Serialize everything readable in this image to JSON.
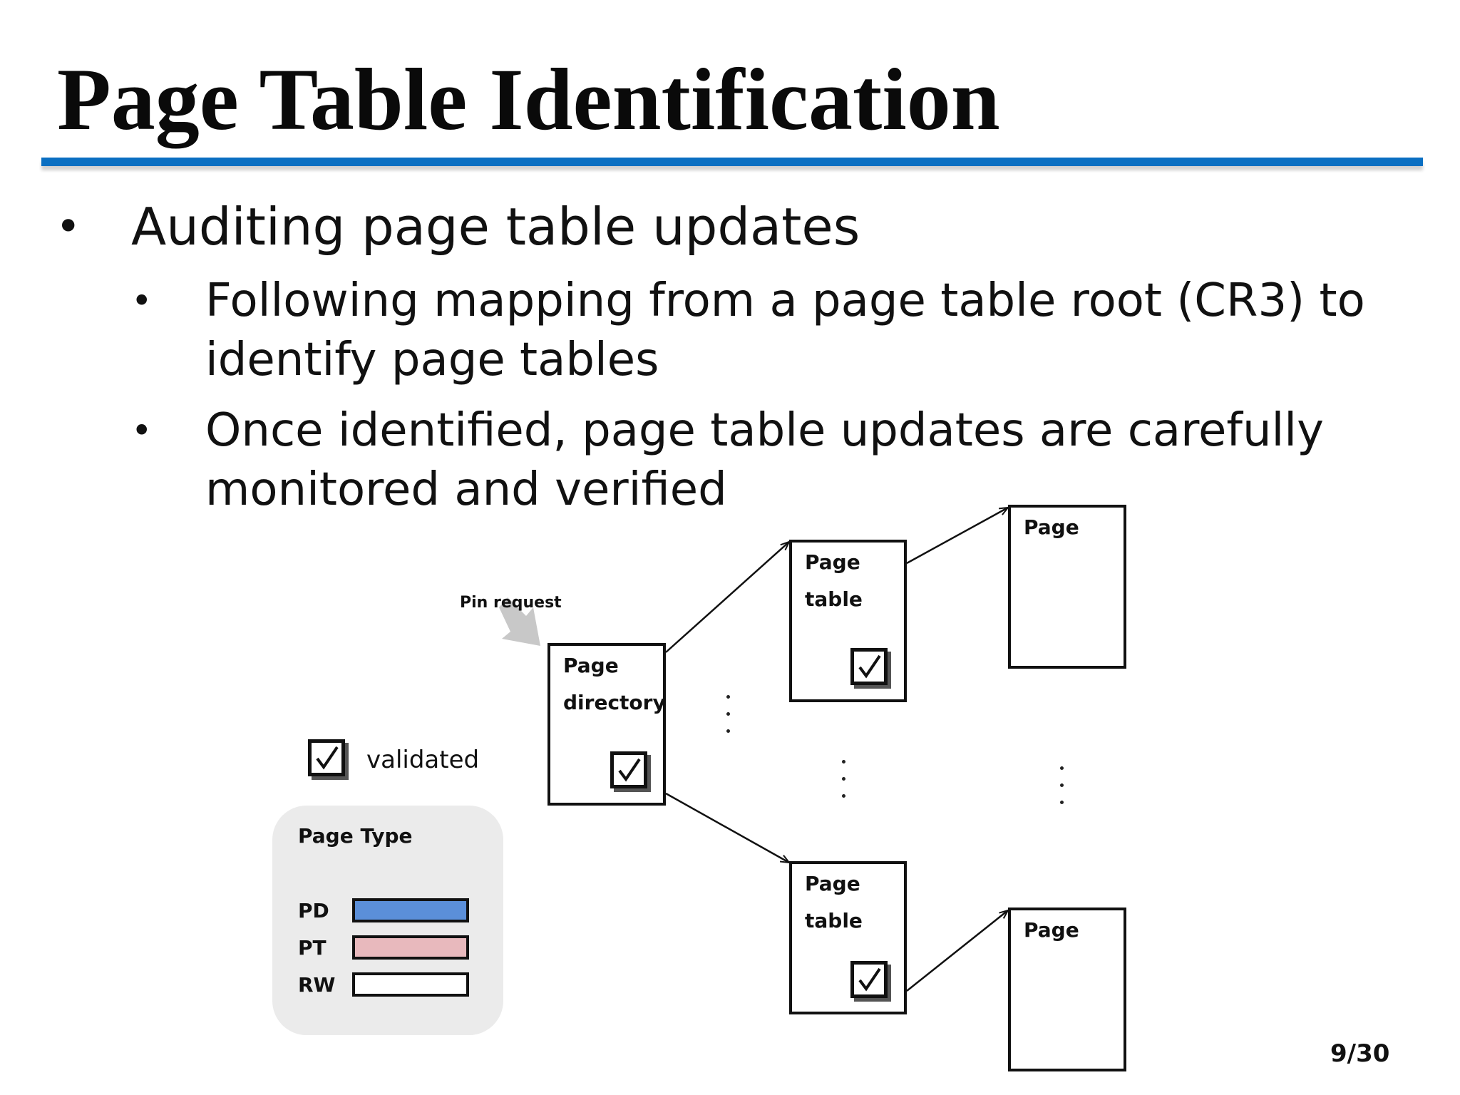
{
  "slide": {
    "title": "Page Table Identification",
    "bullets": {
      "marker": "•",
      "main": "Auditing page table updates",
      "sub1_line1": "Following mapping from a page table root (CR3) to",
      "sub1_line2": "identify page tables",
      "sub2_line1": "Once identified, page table updates are carefully",
      "sub2_line2": "monitored and verified"
    },
    "page_number": "9/30"
  },
  "diagram": {
    "pin_request": "Pin request",
    "page_directory": {
      "line1": "Page",
      "line2": "directory",
      "validated": true
    },
    "page_table_top": {
      "line1": "Page",
      "line2": "table",
      "validated": true
    },
    "page_table_bottom": {
      "line1": "Page",
      "line2": "table",
      "validated": true
    },
    "page_top": {
      "label": "Page"
    },
    "page_bottom": {
      "label": "Page"
    },
    "validated_legend": "validated",
    "page_type_legend": {
      "title": "Page Type",
      "items": [
        {
          "label": "PD",
          "color": "#5b8fd9"
        },
        {
          "label": "PT",
          "color": "#e8b9bd"
        },
        {
          "label": "RW",
          "color": "#ffffff"
        }
      ]
    },
    "colors": {
      "title_rule": "#0a6fc2",
      "pin_arrow": "#c8c8c8",
      "legend_panel": "#ebebeb"
    }
  }
}
